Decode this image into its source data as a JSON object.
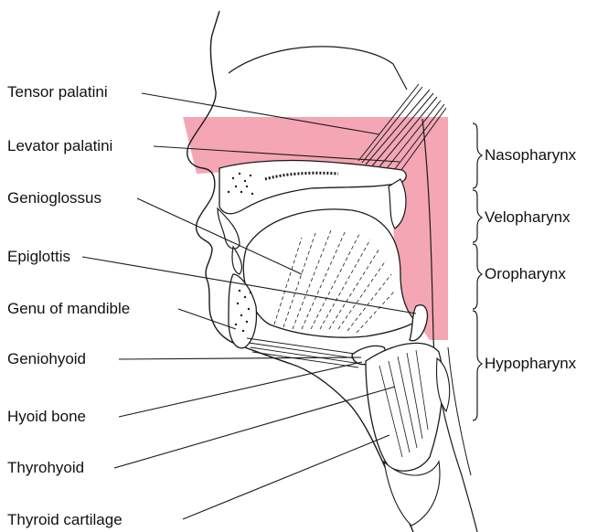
{
  "colors": {
    "pharynx_highlight": "#f4a6b4",
    "line": "#1a1a1a",
    "background": "#ffffff"
  },
  "labels_left": {
    "tensor_palatini": "Tensor palatini",
    "levator_palatini": "Levator palatini",
    "genioglossus": "Genioglossus",
    "epiglottis": "Epiglottis",
    "genu_of_mandible": "Genu of mandible",
    "geniohyoid": "Geniohyoid",
    "hyoid_bone": "Hyoid bone",
    "thyrohyoid": "Thyrohyoid",
    "thyroid_cartilage": "Thyroid cartilage"
  },
  "labels_right": {
    "nasopharynx": "Nasopharynx",
    "velopharynx": "Velopharynx",
    "oropharynx": "Oropharynx",
    "hypopharynx": "Hypopharynx"
  }
}
